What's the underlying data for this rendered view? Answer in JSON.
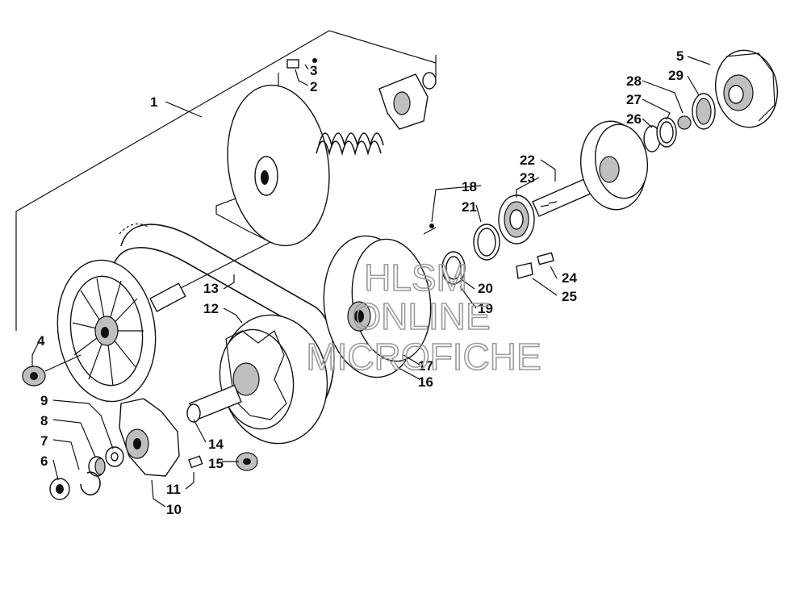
{
  "callouts": {
    "c1": "1",
    "c2": "2",
    "c3": "3",
    "c4": "4",
    "c5": "5",
    "c6": "6",
    "c7": "7",
    "c8": "8",
    "c9": "9",
    "c10": "10",
    "c11": "11",
    "c12": "12",
    "c13": "13",
    "c14": "14",
    "c15": "15",
    "c16": "16",
    "c17": "17",
    "c18": "18",
    "c19": "19",
    "c20": "20",
    "c21": "21",
    "c22": "22",
    "c23": "23",
    "c24": "24",
    "c25": "25",
    "c26": "26",
    "c27": "27",
    "c28": "28",
    "c29": "29"
  },
  "watermark": {
    "line1": "HLSM",
    "line2": "ONLINE",
    "line3": "MICROFICHE"
  }
}
